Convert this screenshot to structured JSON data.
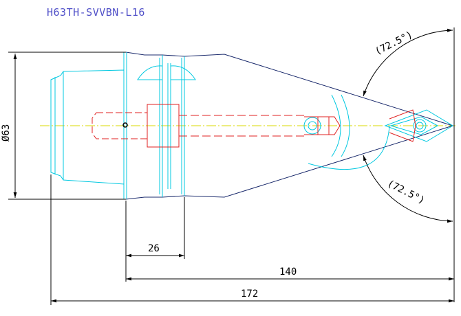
{
  "title": "H63TH-SVVBN-L16",
  "dimensions": {
    "diameter": "Ø63",
    "len_26": "26",
    "len_140": "140",
    "len_172": "172",
    "angle_top": "(72.5°)",
    "angle_bottom": "(72.5°)"
  },
  "colors": {
    "dimension": "#000000",
    "outline": "#1a2a6c",
    "body": "#00c8e0",
    "hidden": "#e02020",
    "centerline": "#d8d800",
    "title": "#5050c8"
  }
}
